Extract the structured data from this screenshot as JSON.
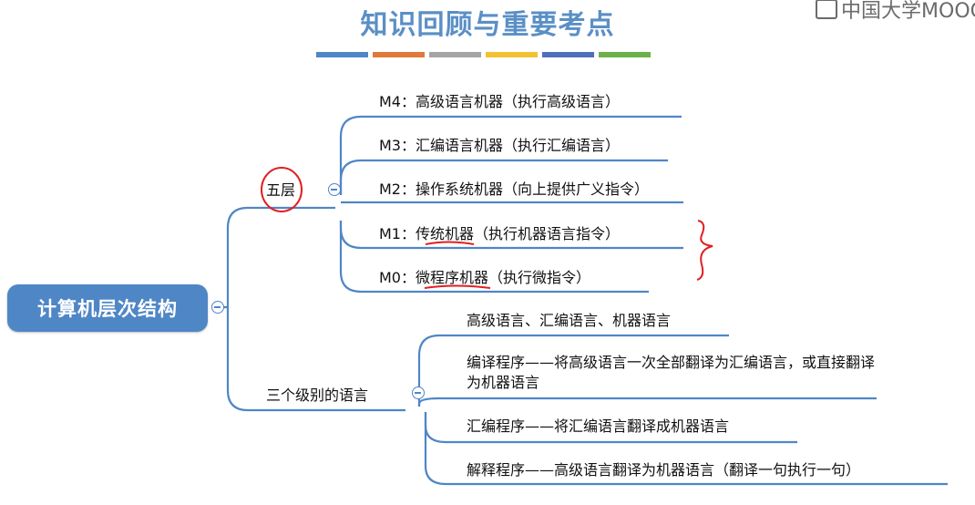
{
  "title": "知识回顾与重要考点",
  "watermark": "中国大学MOOC",
  "stripe_colors": [
    "#4f86c6",
    "#e07a3a",
    "#a5a5a5",
    "#f2c232",
    "#4f6fb8",
    "#6cb24a"
  ],
  "root": {
    "label": "计算机层次结构"
  },
  "branches": [
    {
      "label": "五层",
      "children": [
        "M4：高级语言机器（执行高级语言）",
        "M3：汇编语言机器（执行汇编语言）",
        "M2：操作系统机器（向上提供广义指令）",
        "M1：传统机器（执行机器语言指令）",
        "M0：微程序机器（执行微指令）"
      ]
    },
    {
      "label": "三个级别的语言",
      "children": [
        "高级语言、汇编语言、机器语言",
        "编译程序——将高级语言一次全部翻译为汇编语言，或直接翻译为机器语言",
        "汇编程序——将汇编语言翻译成机器语言",
        "解释程序——高级语言翻译为机器语言（翻译一句执行一句）"
      ]
    }
  ],
  "annotation_color": "#e02020",
  "line_color": "#4f86c6"
}
